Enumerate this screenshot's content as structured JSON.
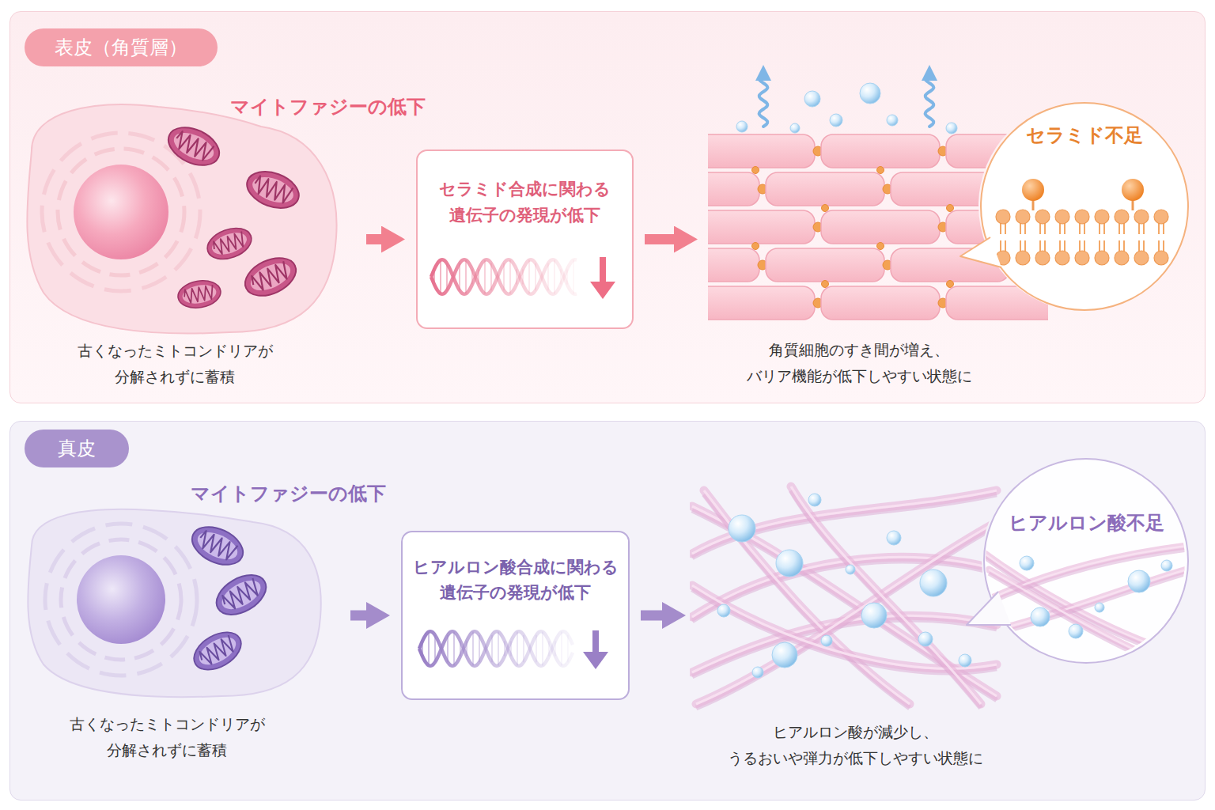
{
  "diagram": {
    "nodes": [
      {
        "text": [
          "表皮（角質層）"
        ]
      },
      {
        "text": [
          "マイトファジーの低下",
          "古くなったミトコンドリアが 分解されずに蓄積"
        ],
        "in": 0
      },
      {
        "text": [
          "セラミド合成に関わる 遺伝子の発現が低下"
        ],
        "in": 0
      },
      {
        "text": [
          "角質細胞のすき間が増え、 バリア機能が低下しやすい状態に"
        ],
        "in": 0
      },
      {
        "text": [
          "セラミド不足"
        ],
        "in": 0
      },
      {
        "text": [
          "真皮"
        ]
      },
      {
        "text": [
          "マイトファジーの低下",
          "古くなったミトコンドリアが 分解されずに蓄積"
        ],
        "in": 5
      },
      {
        "text": [
          "ヒアルロン酸合成に関わる 遺伝子の発現が低下"
        ],
        "in": 5
      },
      {
        "text": [
          "ヒアルロン酸が減少し、 うるおいや弾力が低下しやすい状態に"
        ],
        "in": 5
      },
      {
        "text": [
          "ヒアルロン酸不足"
        ],
        "in": 5
      }
    ],
    "edges": [
      {
        "from": 1,
        "to": 2,
        "arrow": "to"
      },
      {
        "from": 2,
        "to": 3,
        "arrow": "to"
      },
      {
        "from": 6,
        "to": 7,
        "arrow": "to"
      },
      {
        "from": 7,
        "to": 8,
        "arrow": "to"
      }
    ]
  }
}
